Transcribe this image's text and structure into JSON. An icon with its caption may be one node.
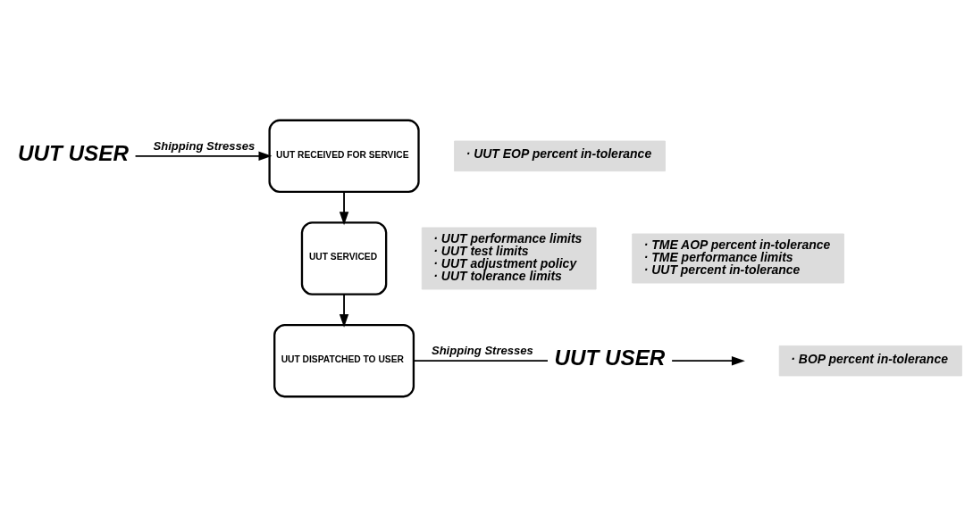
{
  "diagram": {
    "nodes": [
      {
        "text": [
          "UUT USER"
        ]
      },
      {
        "text": [
          "UUT RECEIVED FOR SERVICE"
        ]
      },
      {
        "text": [
          "UUT SERVICED"
        ]
      },
      {
        "text": [
          "UUT DISPATCHED TO USER"
        ]
      },
      {
        "text": [
          "UUT USER"
        ]
      },
      {
        "text": [
          "· UUT EOP percent in-tolerance"
        ]
      },
      {
        "text": [
          "· UUT performance limits",
          "· UUT test limits",
          "· UUT adjustment policy",
          "· UUT tolerance limits"
        ]
      },
      {
        "text": [
          "· TME AOP percent in-tolerance",
          "· TME performance limits",
          "· UUT percent in-tolerance"
        ]
      },
      {
        "text": [
          "· BOP percent in-tolerance"
        ]
      }
    ],
    "edges": [
      {
        "from": 0,
        "to": 1,
        "arrow": "to",
        "label": "Shipping Stresses"
      },
      {
        "from": 1,
        "to": 2,
        "arrow": "to"
      },
      {
        "from": 2,
        "to": 3,
        "arrow": "to"
      },
      {
        "from": 3,
        "to": 4,
        "arrow": "none",
        "label": "Shipping Stresses"
      },
      {
        "from": 4,
        "to": null,
        "arrow": "to"
      }
    ]
  }
}
